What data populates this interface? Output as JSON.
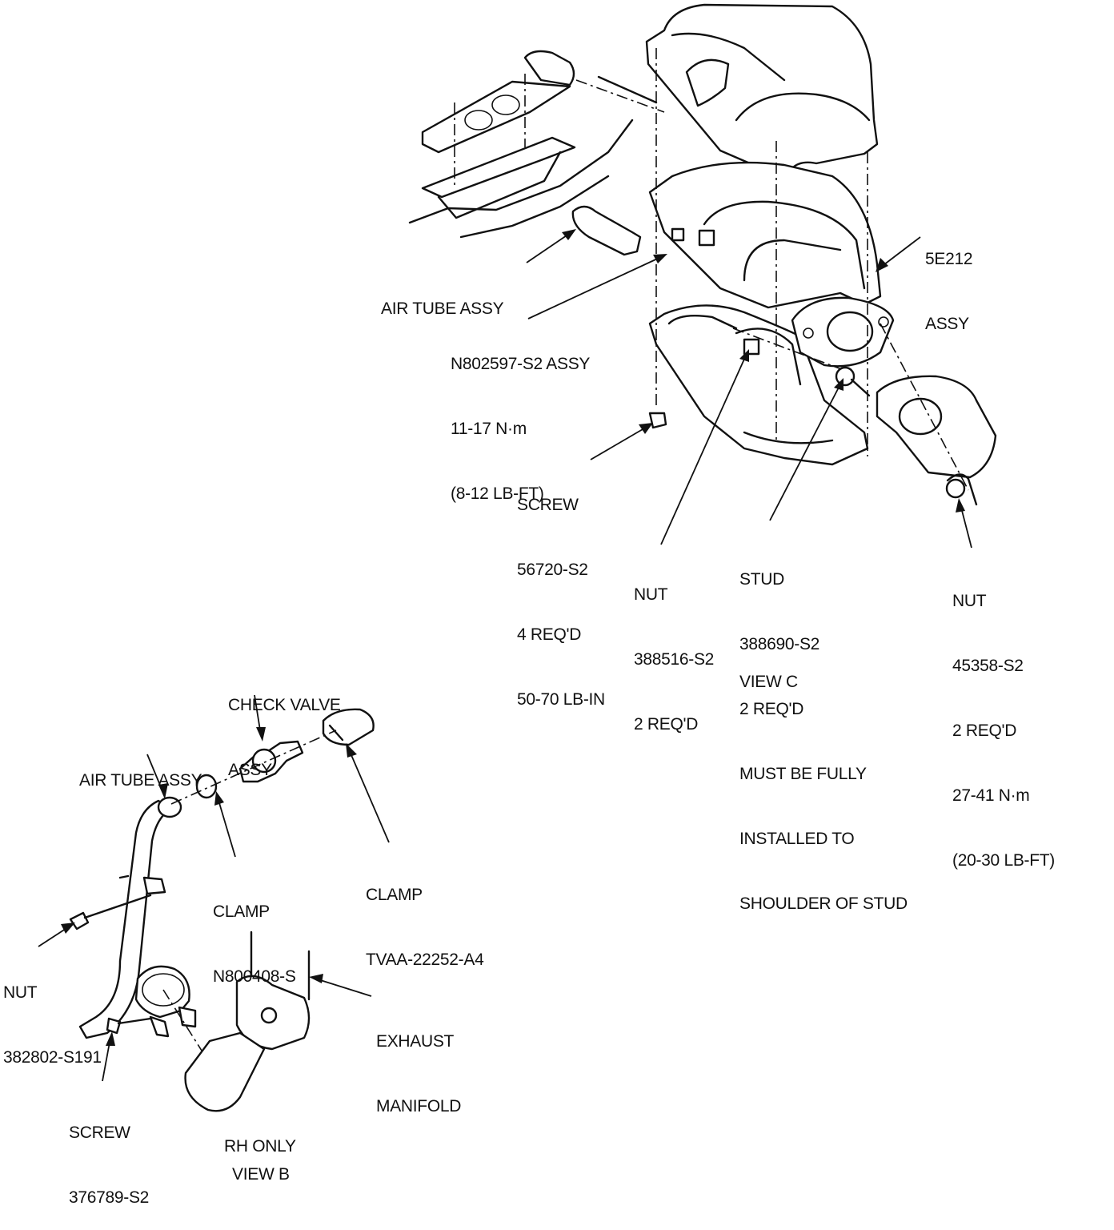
{
  "view_c": {
    "air_tube": [
      "AIR TUBE ASSY"
    ],
    "n802597": [
      "N802597-S2 ASSY",
      "11-17 N·m",
      "(8-12 LB-FT)"
    ],
    "assy_5e212": [
      "5E212",
      "ASSY"
    ],
    "screw": [
      "SCREW",
      "56720-S2",
      "4 REQ'D",
      "50-70 LB-IN"
    ],
    "nut_388516": [
      "NUT",
      "388516-S2",
      "2 REQ'D"
    ],
    "stud": [
      "STUD",
      "388690-S2",
      "2 REQ'D",
      "MUST BE FULLY",
      "INSTALLED TO",
      "SHOULDER OF STUD"
    ],
    "nut_45358": [
      "NUT",
      "45358-S2",
      "2 REQ'D",
      "27-41 N·m",
      "(20-30 LB-FT)"
    ],
    "view_title": "VIEW C"
  },
  "view_b": {
    "check_valve": [
      "CHECK VALVE",
      "ASSY"
    ],
    "air_tube": [
      "AIR TUBE ASSY"
    ],
    "clamp_n800408": [
      "CLAMP",
      "N800408-S"
    ],
    "clamp_tvaa": [
      "CLAMP",
      "TVAA-22252-A4"
    ],
    "nut_382802": [
      "NUT",
      "382802-S191"
    ],
    "exhaust_manifold": [
      "EXHAUST",
      "MANIFOLD"
    ],
    "screw_376789": [
      "SCREW",
      "376789-S2"
    ],
    "note": "RH ONLY",
    "view_title": "VIEW B"
  }
}
